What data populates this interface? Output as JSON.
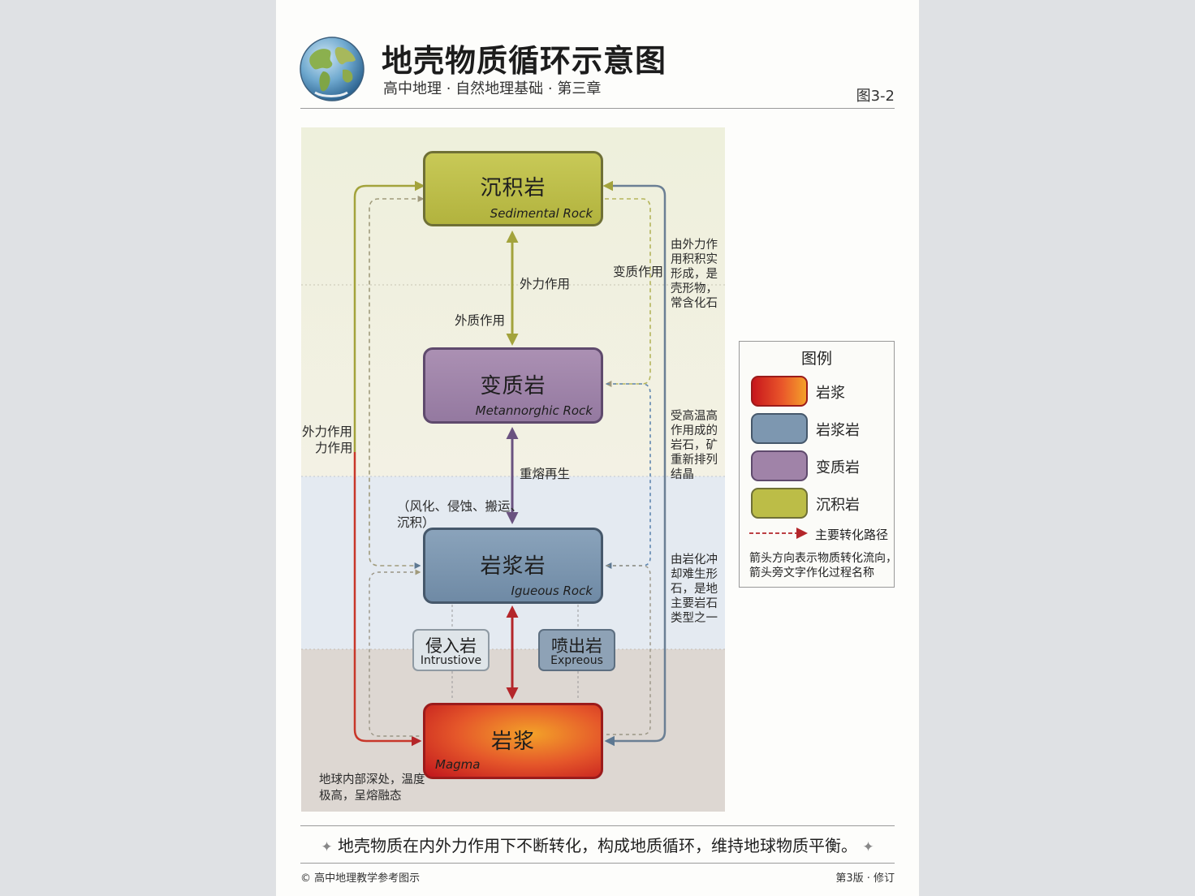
{
  "header": {
    "title": "地壳物质循环示意图",
    "subtitle": "高中地理 · 自然地理基础 · 第三章",
    "figure_number": "图3-2"
  },
  "globe_icon": "globe-icon",
  "rocks": {
    "sedimentary": {
      "name_cn": "沉积岩",
      "name_en": "Sedimental Rock",
      "color": "#bcbd47"
    },
    "metamorphic": {
      "name_cn": "变质岩",
      "name_en": "Metannorghic Rock",
      "color": "#a083a8"
    },
    "igneous": {
      "name_cn": "岩浆岩",
      "name_en": "Igueous Rock",
      "color": "#7d97b0"
    },
    "magma": {
      "name_cn": "岩浆",
      "name_en": "Magma",
      "color": "#d93a22"
    }
  },
  "subtypes": {
    "intrusive": {
      "name_cn": "侵入岩",
      "name_en": "Intrustiove"
    },
    "extrusive": {
      "name_cn": "喷出岩",
      "name_en": "Expreous"
    }
  },
  "process_labels": {
    "sed_met_upper": "外力作用",
    "sed_met_lower": "外质作用",
    "metamorphism": "变质作用",
    "remelting": "重熔再生",
    "left_line1": "外力作用",
    "left_line2": "力作用",
    "weathering_line1": "（风化、侵蚀、搬运、",
    "weathering_line2": "沉积）"
  },
  "annotations": {
    "sedimentary": [
      "由外力作",
      "用积积实",
      "形成，是",
      "壳形物，",
      "常含化石"
    ],
    "metamorphic": [
      "受高温高",
      "作用成的",
      "岩石，矿",
      "重新排列",
      "结晶"
    ],
    "igneous": [
      "由岩化冲",
      "却难生形",
      "石，是地",
      "主要岩石",
      "类型之一"
    ],
    "magma": [
      "地球内部深处，温度",
      "极高，呈熔融态"
    ]
  },
  "legend": {
    "title": "图例",
    "items": [
      {
        "label": "岩浆",
        "type": "magma"
      },
      {
        "label": "岩浆岩",
        "type": "igneous"
      },
      {
        "label": "变质岩",
        "type": "metamorphic"
      },
      {
        "label": "沉积岩",
        "type": "sedimentary"
      }
    ],
    "path_label": "主要转化路径",
    "path_color": "#b4262a",
    "note": [
      "箭头方向表示物质转化流向，",
      "箭头旁文字作化过程名称"
    ]
  },
  "footer": {
    "summary": "地壳物质在内外力作用下不断转化，构成地质循环，维持地球物质平衡。",
    "star": "✦",
    "copyright": "© 高中地理教学参考图示",
    "edition": "第3版 · 修订"
  }
}
